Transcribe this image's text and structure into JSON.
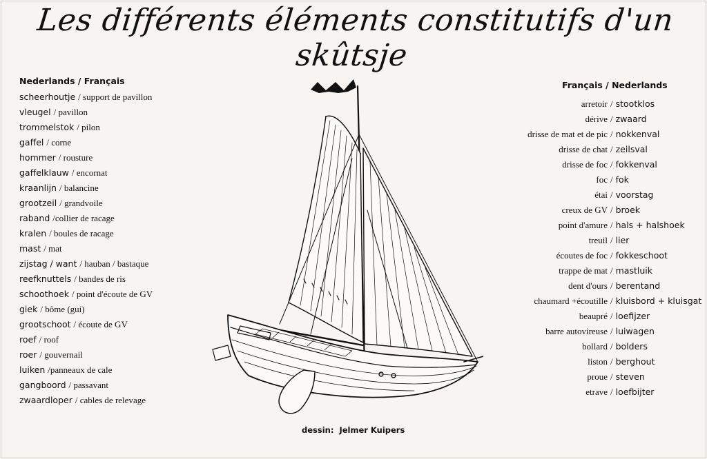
{
  "title": "Les différents éléments constitutifs d'un skûtsje",
  "left_list": {
    "header": "Nederlands / Français",
    "items": [
      {
        "nl": "scheerhoutje",
        "fr": "/ support de pavillon"
      },
      {
        "nl": "vleugel",
        "fr": "/ pavillon"
      },
      {
        "nl": "trommelstok",
        "fr": "/ pilon"
      },
      {
        "nl": "gaffel",
        "fr": "/ corne"
      },
      {
        "nl": "hommer",
        "fr": "/ rousture"
      },
      {
        "nl": "gaffelklauw",
        "fr": "/ encornat"
      },
      {
        "nl": "kraanlijn",
        "fr": "/ balancine"
      },
      {
        "nl": "grootzeil",
        "fr": "/ grandvoile"
      },
      {
        "nl": "raband",
        "fr": "/collier de racage"
      },
      {
        "nl": "kralen",
        "fr": "/ boules de racage"
      },
      {
        "nl": "mast",
        "fr": "/ mat"
      },
      {
        "nl": "zijstag / want",
        "fr": "/ hauban / bastaque"
      },
      {
        "nl": "reefknuttels",
        "fr": "/ bandes de ris"
      },
      {
        "nl": "schoothoek",
        "fr": "/ point d'écoute de GV"
      },
      {
        "nl": "giek",
        "fr": "/ bôme (gui)"
      },
      {
        "nl": "grootschoot",
        "fr": "/ écoute de GV"
      },
      {
        "nl": "roef",
        "fr": "/ roof"
      },
      {
        "nl": "roer",
        "fr": "/ gouvernail"
      },
      {
        "nl": "luiken",
        "fr": "/panneaux de cale"
      },
      {
        "nl": "gangboord",
        "fr": "/ passavant"
      },
      {
        "nl": "zwaardloper",
        "fr": "/ cables de relevage"
      }
    ]
  },
  "right_list": {
    "header": "Français / Nederlands",
    "items": [
      {
        "fr": "arretoir",
        "nl": "stootklos"
      },
      {
        "fr": "dérive",
        "nl": "zwaard"
      },
      {
        "fr": "drisse de mat et de pic",
        "nl": "nokkenval"
      },
      {
        "fr": "drisse de chat",
        "nl": "zeilsval"
      },
      {
        "fr": "drisse de foc",
        "nl": "fokkenval"
      },
      {
        "fr": "foc",
        "nl": "fok"
      },
      {
        "fr": "étai",
        "nl": "voorstag"
      },
      {
        "fr": "creux de GV",
        "nl": "broek"
      },
      {
        "fr": "point d'amure",
        "nl": "hals + halshoek"
      },
      {
        "fr": "treuil",
        "nl": "lier"
      },
      {
        "fr": "écoutes de foc",
        "nl": "fokkeschoot"
      },
      {
        "fr": "trappe de mat",
        "nl": "mastluik"
      },
      {
        "fr": "dent d'ours",
        "nl": "berentand"
      },
      {
        "fr": "chaumard +écoutille",
        "nl": "kluisbord + kluisgat"
      },
      {
        "fr": "beaupré",
        "nl": "loefijzer"
      },
      {
        "fr": "barre autovireuse",
        "nl": "luiwagen"
      },
      {
        "fr": "bollard",
        "nl": "bolders"
      },
      {
        "fr": "liston",
        "nl": "berghout"
      },
      {
        "fr": "proue",
        "nl": "steven"
      },
      {
        "fr": "etrave",
        "nl": "loefbijter"
      }
    ],
    "separator": "/"
  },
  "credit": {
    "label": "dessin:",
    "name": "Jelmer Kuipers"
  }
}
